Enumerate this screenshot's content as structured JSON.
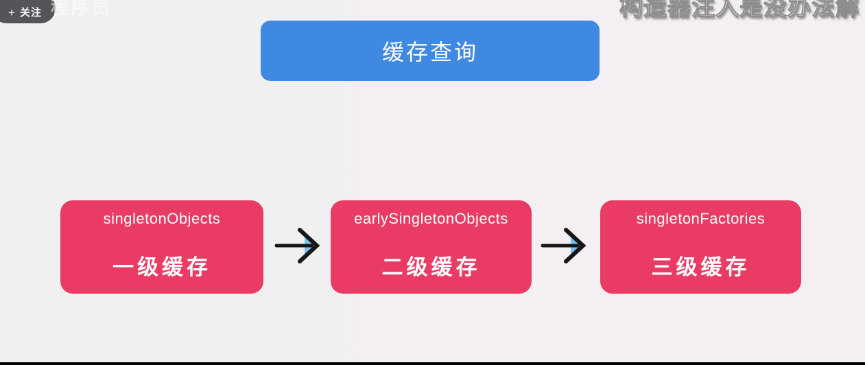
{
  "page": {
    "follow_button": {
      "icon": "+",
      "label": "关注"
    },
    "watermark_brand": "程序员",
    "watermark_title": "构造器注入是没办法解"
  },
  "diagram": {
    "title": "缓存查询",
    "nodes": [
      {
        "code": "singletonObjects",
        "label": "一级缓存"
      },
      {
        "code": "earlySingletonObjects",
        "label": "二级缓存"
      },
      {
        "code": "singletonFactories",
        "label": "三级缓存"
      }
    ],
    "arrow_icon": "right-arrow"
  },
  "colors": {
    "background": "#f1f0f2",
    "title_box_blue": "#4089e2",
    "cache_box_red": "#e93b63",
    "arrow_black": "#161616",
    "arrow_accent_blue": "#7cc4f0"
  }
}
